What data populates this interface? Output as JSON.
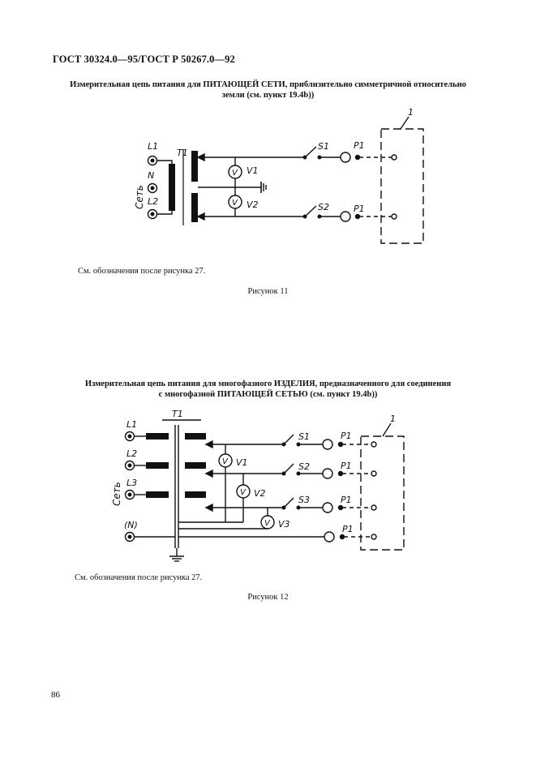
{
  "header": "ГОСТ 30324.0—95/ГОСТ Р 50267.0—92",
  "fig11": {
    "caption_line1": "Измерительная цепь питания для ПИТАЮЩЕЙ СЕТИ, приблизительно симметричной относительно",
    "caption_line2": "земли (см. пункт 19.4b))",
    "note": "См. обозначения после рисунка  27.",
    "label": "Рисунок 11",
    "diagram_labels": {
      "mains": "Сеть",
      "L1": "L1",
      "N": "N",
      "L2": "L2",
      "T1": "T1",
      "V1": "V1",
      "V2": "V2",
      "V": "V",
      "S1": "S1",
      "S2": "S2",
      "P1": "P1",
      "item": "1"
    }
  },
  "fig12": {
    "caption_line1": "Измерительная цепь питания для многофазного ИЗДЕЛИЯ, предназначенного для соединения",
    "caption_line2": "с многофазной ПИТАЮЩЕЙ СЕТЬЮ (см. пункт 19.4b))",
    "note": "См. обозначения после рисунка 27.",
    "label": "Рисунок 12",
    "diagram_labels": {
      "mains": "Сеть",
      "L1": "L1",
      "L2": "L2",
      "L3": "L3",
      "N": "(N)",
      "T1": "T1",
      "V1": "V1",
      "V2": "V2",
      "V3": "V3",
      "V": "V",
      "S1": "S1",
      "S2": "S2",
      "S3": "S3",
      "P1": "P1",
      "item": "1"
    }
  },
  "page_number": "86"
}
